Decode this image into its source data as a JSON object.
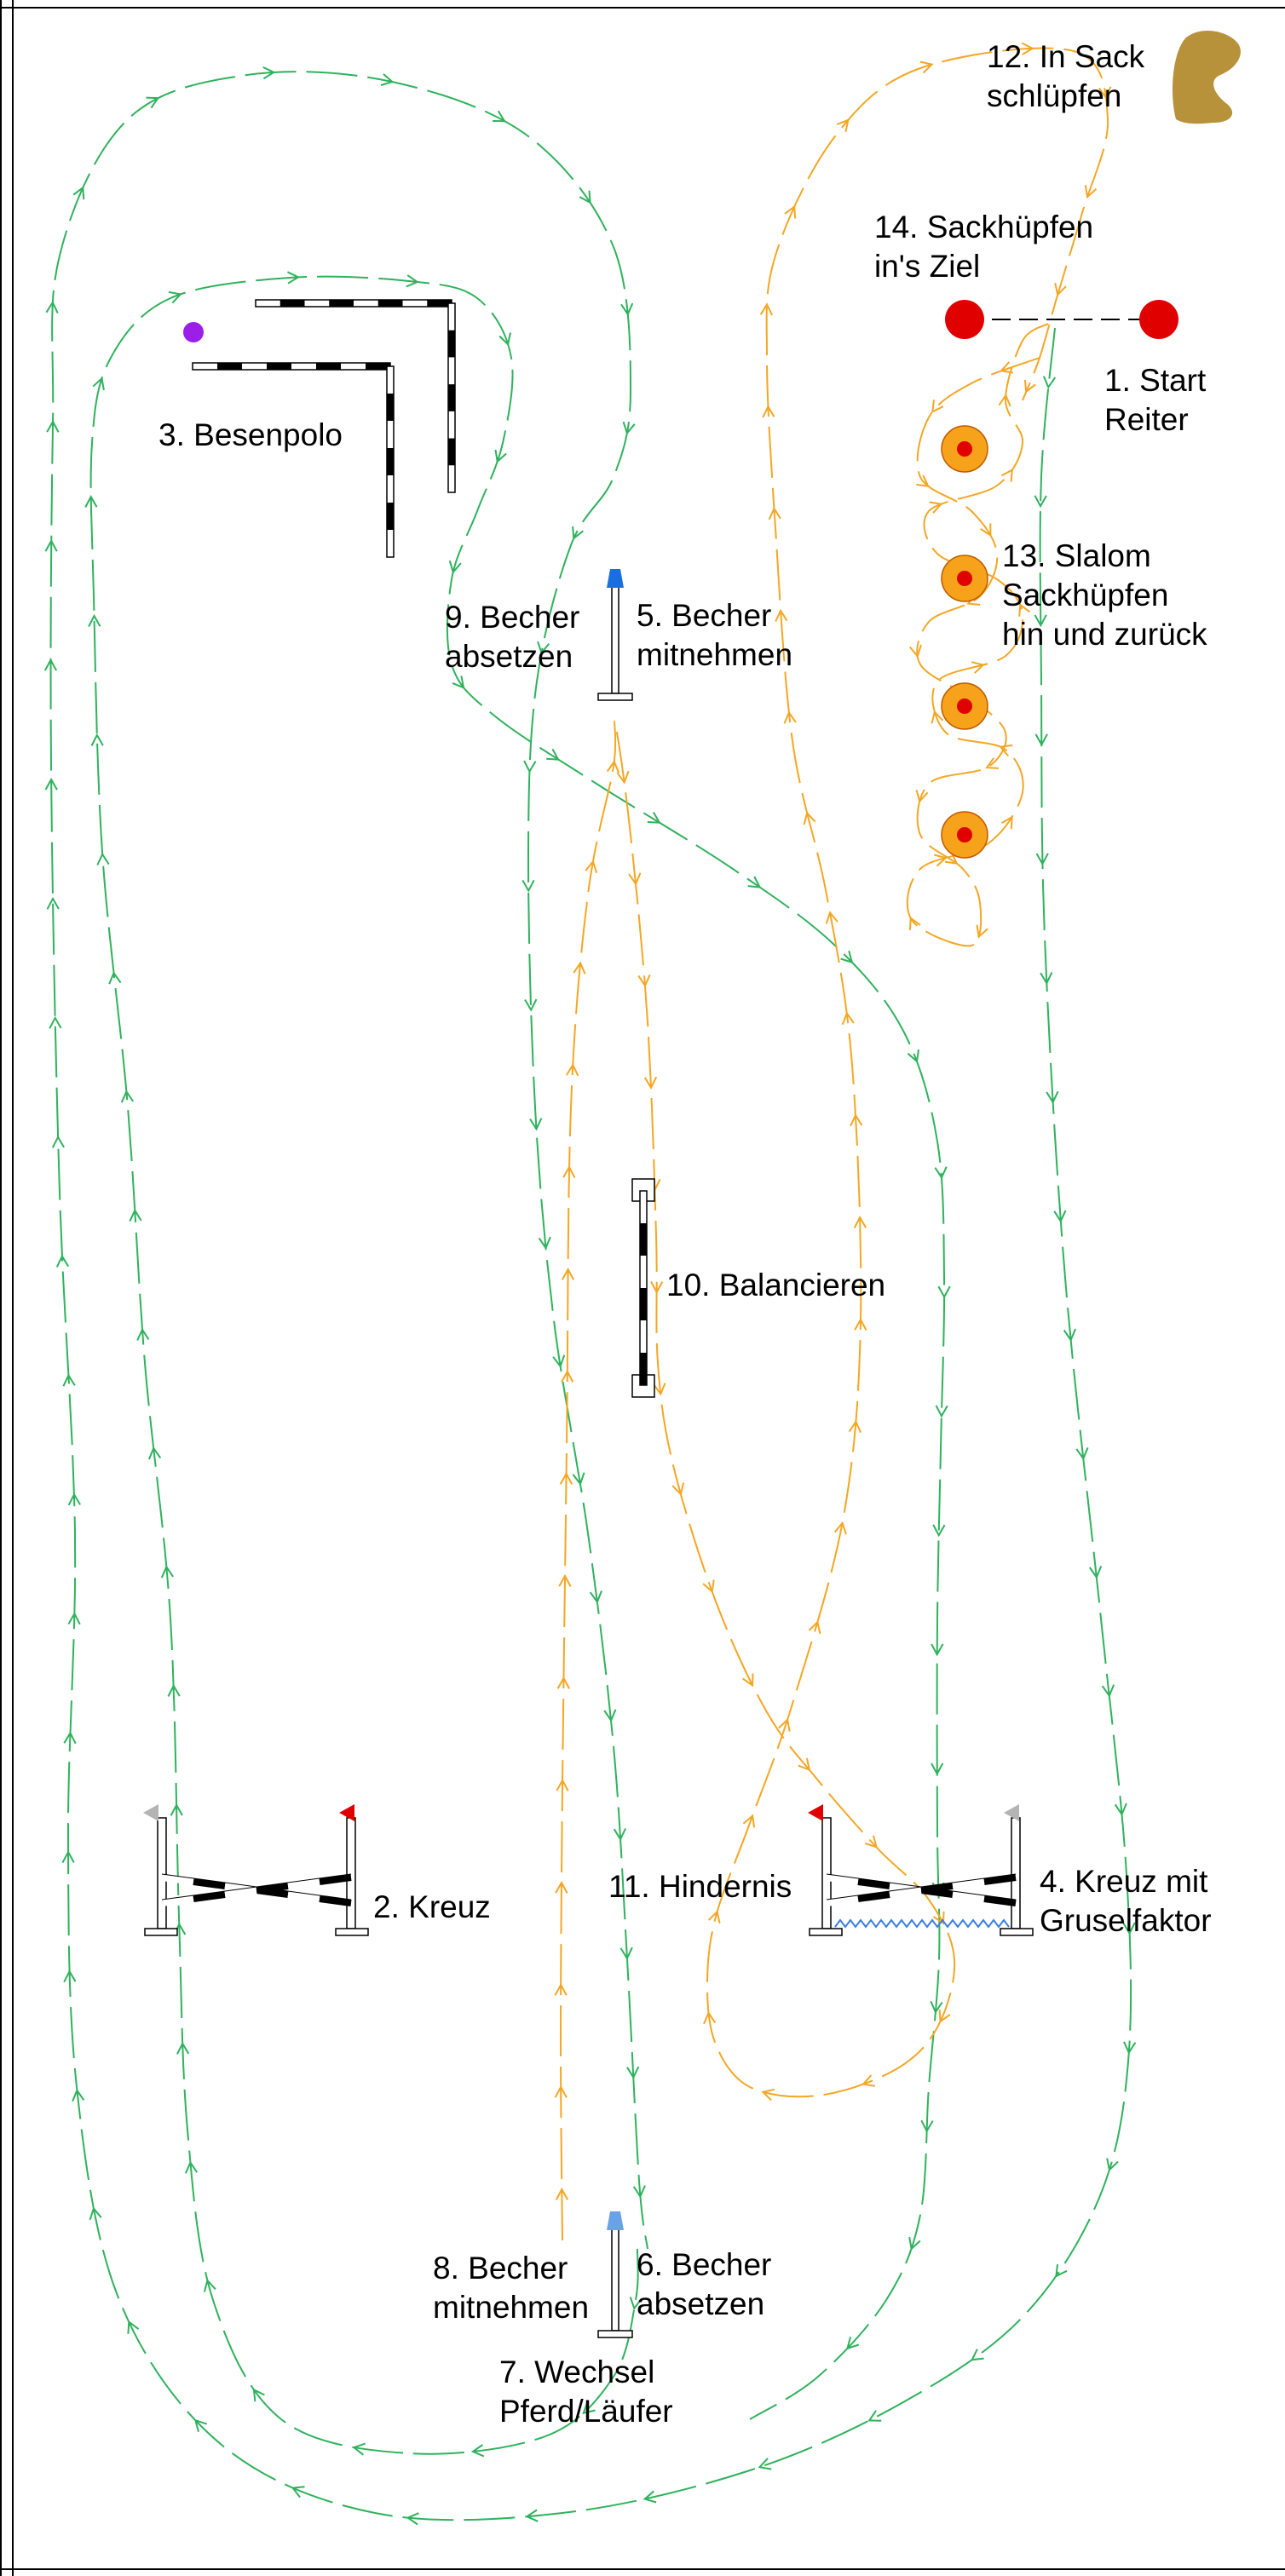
{
  "diagram": {
    "colors": {
      "rider_route": "#2eb25c",
      "runner_route": "#f5a623",
      "bar_black": "#000000",
      "bar_white": "#ffffff",
      "cone_outer": "#f7a21b",
      "cone_inner": "#e00000",
      "start_marker": "#e00000",
      "flag_red": "#e00000",
      "flag_grey": "#b4b4b4",
      "cup_blue": "#1a6fe0",
      "cup_light_blue": "#6aa2e8",
      "ball_purple": "#9b1fe8",
      "sack": "#b8923a",
      "ripple_blue": "#3a7ee0"
    },
    "stations": {
      "start": {
        "number": "1.",
        "line1": "Start",
        "line2": "Reiter"
      },
      "kreuz": {
        "label": "2. Kreuz"
      },
      "besenpolo": {
        "label": "3. Besenpolo"
      },
      "kreuz_grusel": {
        "line1": "4. Kreuz mit",
        "line2": "Gruselfaktor"
      },
      "becher_mitnehmen_5": {
        "line1": "5. Becher",
        "line2": "mitnehmen"
      },
      "becher_absetzen_6": {
        "line1": "6. Becher",
        "line2": "absetzen"
      },
      "wechsel": {
        "line1": "7. Wechsel",
        "line2": "Pferd/Läufer"
      },
      "becher_mitnehmen_8": {
        "line1": "8. Becher",
        "line2": "mitnehmen"
      },
      "becher_absetzen_9": {
        "line1": "9. Becher",
        "line2": "absetzen"
      },
      "balancieren": {
        "label": "10. Balancieren"
      },
      "hindernis": {
        "label": "11. Hindernis"
      },
      "in_sack": {
        "line1": "12. In Sack",
        "line2": "schlüpfen"
      },
      "slalom": {
        "line1": "13. Slalom",
        "line2": "Sackhüpfen",
        "line3": "hin und zurück"
      },
      "sackhuepfen_ziel": {
        "line1": "14. Sackhüpfen",
        "line2": "in's Ziel"
      }
    }
  }
}
